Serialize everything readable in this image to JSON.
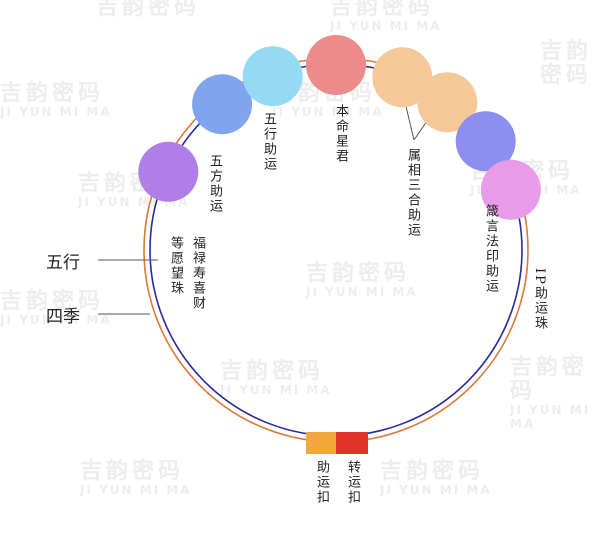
{
  "diagram": {
    "watermark": {
      "cn": "吉韵密码",
      "en": "JI YUN MI MA"
    },
    "rings": [
      {
        "id": "wuxing",
        "label": "五行",
        "color": "#d9793a"
      },
      {
        "id": "siji",
        "label": "四季",
        "color": "#2a2a9a"
      }
    ],
    "beads": [
      {
        "id": "wufang",
        "color": "#b07ee8",
        "angle_deg": 155
      },
      {
        "id": "wufang-zhuyun",
        "color": "#7fa4f0",
        "angle_deg": 128
      },
      {
        "id": "wuxing-zhuyun",
        "color": "#96d9f5",
        "angle_deg": 110
      },
      {
        "id": "benming",
        "color": "#ec8b8b",
        "angle_deg": 90
      },
      {
        "id": "shuxiang-1",
        "color": "#f5c89a",
        "angle_deg": 69
      },
      {
        "id": "shuxiang-2",
        "color": "#f5c89a",
        "angle_deg": 53
      },
      {
        "id": "zhenyan",
        "color": "#8d8ff0",
        "angle_deg": 36
      },
      {
        "id": "ip",
        "color": "#e79be9",
        "angle_deg": 19
      }
    ],
    "labels": {
      "fulu": "福禄寿喜财",
      "dengyuan": "等愿望珠",
      "wufang": "五方助运",
      "wuxing_zhuyun": "五行助运",
      "benming": "本命星君",
      "shuxiang": "属相三合助运",
      "zhenyan": "箴言法印助运",
      "ip": "IP助运珠",
      "zhuyun_kou": "助运扣",
      "zhuanyun_kou": "转运扣"
    },
    "clasps": [
      {
        "id": "zhuyun-kou",
        "color": "#f2a73a"
      },
      {
        "id": "zhuanyun-kou",
        "color": "#e0312a"
      }
    ]
  }
}
